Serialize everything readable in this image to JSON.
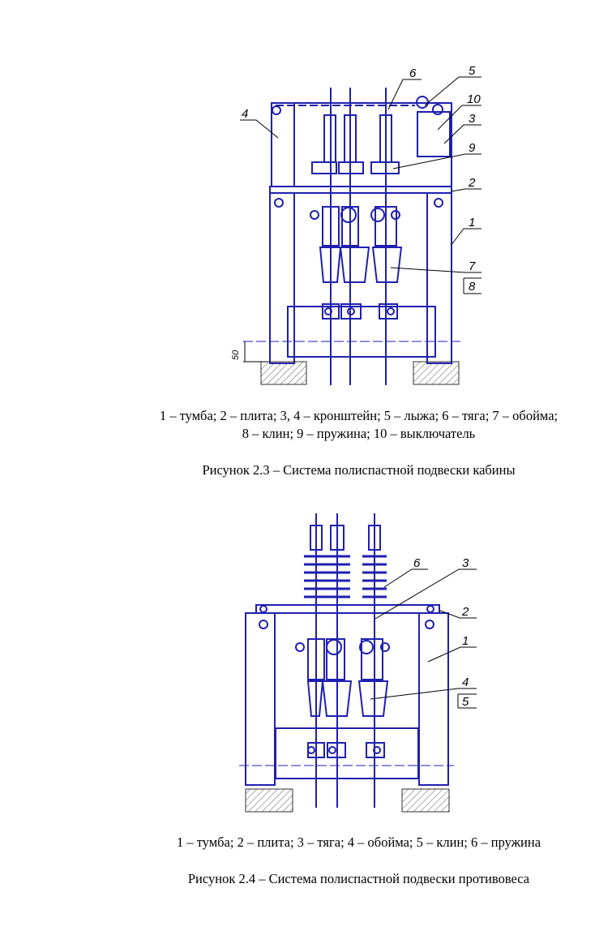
{
  "figure1": {
    "callouts": [
      "1",
      "2",
      "3",
      "4",
      "5",
      "6",
      "7",
      "8",
      "9",
      "10"
    ],
    "dimension": "50",
    "legend_line1": "1 – тумба; 2 – плита; 3, 4 – кронштейн; 5 – лыжа; 6 – тяга; 7 – обойма;",
    "legend_line2": "8 – клин; 9 – пружина; 10 – выключатель",
    "title": "Рисунок 2.3 – Система полиспастной подвески кабины"
  },
  "figure2": {
    "callouts": [
      "1",
      "2",
      "3",
      "4",
      "5",
      "6"
    ],
    "legend": "1 – тумба; 2 – плита; 3 – тяга; 4 – обойма; 5 – клин; 6 – пружина",
    "title": "Рисунок 2.4 – Система полиспастной подвески противовеса"
  },
  "colors": {
    "drawing": "#1f1fb0",
    "leader": "#000000",
    "hatch": "#555555"
  }
}
